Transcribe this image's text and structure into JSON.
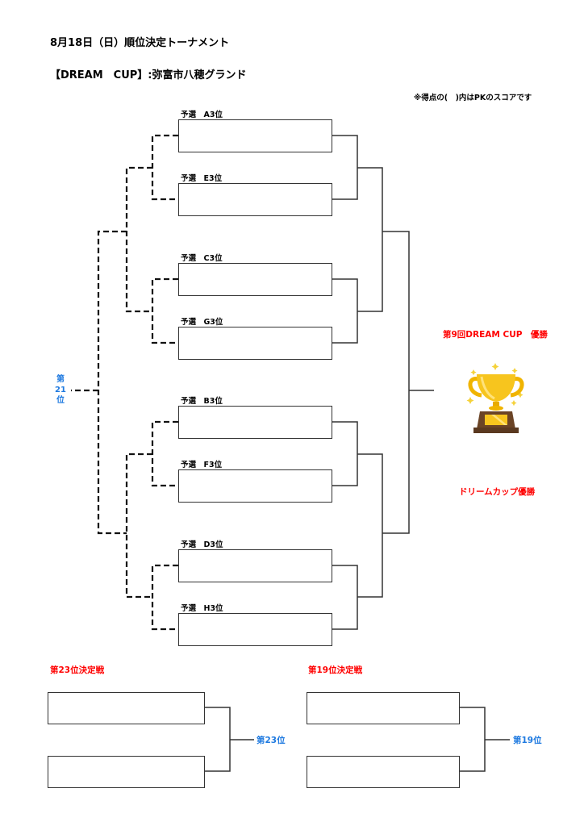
{
  "header": {
    "title": "8月18日（日）順位決定トーナメント",
    "venue": "【DREAM　CUP】:弥富市八穂グランド",
    "note": "※得点の(　)内はPKのスコアです"
  },
  "main_bracket": {
    "slots": [
      {
        "label": "予選　A3位",
        "team": ""
      },
      {
        "label": "予選　E3位",
        "team": ""
      },
      {
        "label": "予選　C3位",
        "team": ""
      },
      {
        "label": "予選　G3位",
        "team": ""
      },
      {
        "label": "予選　B3位",
        "team": ""
      },
      {
        "label": "予選　F3位",
        "team": ""
      },
      {
        "label": "予選　D3位",
        "team": ""
      },
      {
        "label": "予選　H3位",
        "team": ""
      }
    ],
    "left_result": {
      "line1": "第",
      "line2": "21",
      "line3": "位"
    },
    "champion_title": "第9回DREAM CUP　優勝",
    "champion_subtitle": "ドリームカップ優勝",
    "trophy_icon": "trophy-icon"
  },
  "sub_brackets": [
    {
      "title": "第23位決定戦",
      "result": "第23位",
      "teams": [
        "",
        ""
      ]
    },
    {
      "title": "第19位決定戦",
      "result": "第19位",
      "teams": [
        "",
        ""
      ]
    }
  ],
  "colors": {
    "red": "#ff0000",
    "blue": "#1f7ae0",
    "line": "#333333"
  }
}
